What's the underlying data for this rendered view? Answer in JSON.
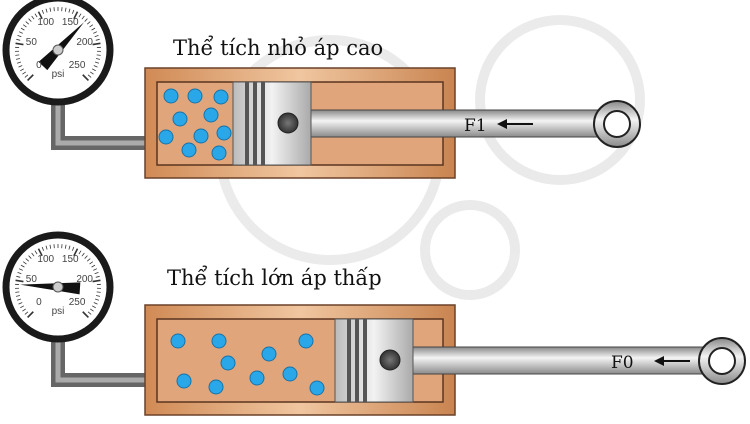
{
  "top": {
    "caption": "Thể tích nhỏ áp cao",
    "force_label": "F1",
    "gauge_value_psi": 165
  },
  "bottom": {
    "caption": "Thể tích lớn áp thấp",
    "force_label": "F0",
    "gauge_value_psi": 45
  },
  "gauge": {
    "unit": "psi",
    "ticks": [
      "0",
      "50",
      "100",
      "150",
      "200",
      "250"
    ],
    "max": 250
  },
  "colors": {
    "cylinder": "#d4905c",
    "cylinder_border": "#6b4128",
    "gas_particle": "#2aa7e8",
    "piston": "#d9d9d9"
  }
}
